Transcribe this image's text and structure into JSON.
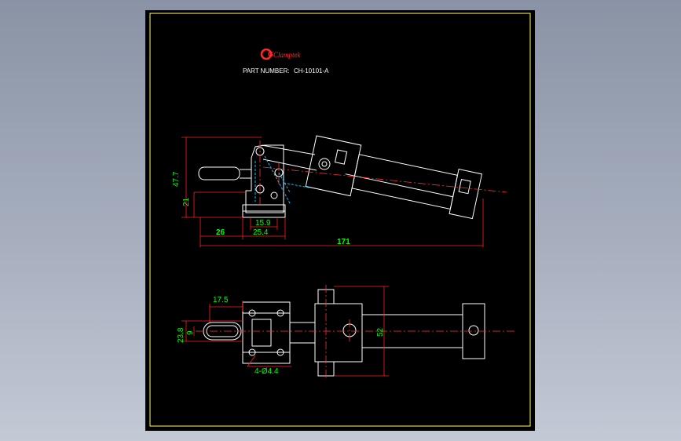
{
  "title_block": {
    "brand": "Clamptek",
    "brand_mark": "G",
    "part_number_label": "PART NUMBER:",
    "part_number": "CH-10101-A"
  },
  "dimensions": {
    "side_view": {
      "overall_height": "47.7",
      "pivot_height": "21",
      "handle_offset": "26",
      "base_hole_spacing": "15.9",
      "base_width": "25.4",
      "overall_length": "171"
    },
    "top_view": {
      "handle_length": "17.5",
      "overall_width": "23.8",
      "handle_width": "9",
      "mounting_holes": "4-Ø4.4",
      "cylinder_width": "52"
    }
  },
  "colors": {
    "background": "#000000",
    "frame": "#ffff66",
    "geometry": "#ffffff",
    "dimension_text": "#00ff00",
    "dimension_lines": "#ff2020",
    "center_lines": "#ff3030",
    "hidden_lines": "#00c8ff",
    "brand": "#ff2a2a"
  }
}
